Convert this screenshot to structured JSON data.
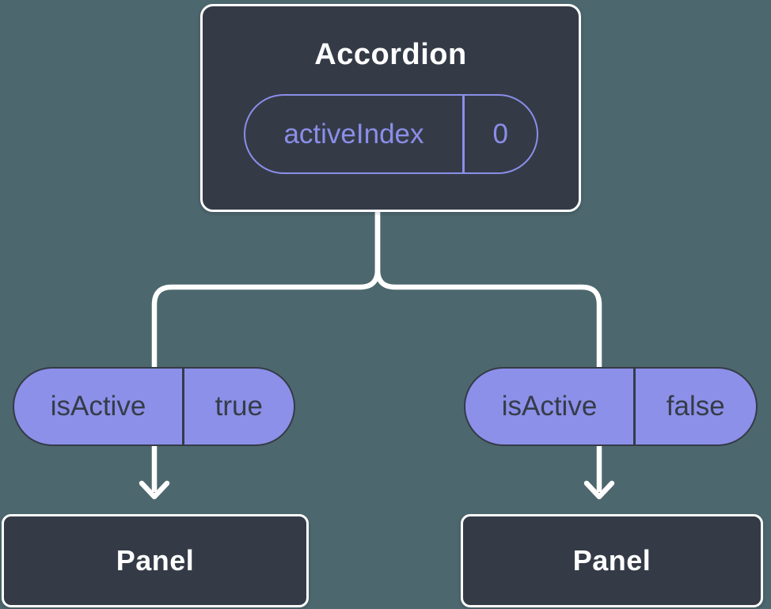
{
  "diagram": {
    "type": "component-tree",
    "root": {
      "title": "Accordion",
      "prop": {
        "name": "activeIndex",
        "value": "0"
      }
    },
    "branches": [
      {
        "prop": {
          "name": "isActive",
          "value": "true"
        },
        "child": {
          "title": "Panel"
        }
      },
      {
        "prop": {
          "name": "isActive",
          "value": "false"
        },
        "child": {
          "title": "Panel"
        }
      }
    ],
    "colors": {
      "background": "#4d676e",
      "node_fill": "#343b47",
      "node_border": "#ffffff",
      "pill_fill": "#8c90e9",
      "pill_dark_text": "#353c48",
      "accent_purple": "#8b8ee8",
      "connector": "#ffffff"
    }
  }
}
